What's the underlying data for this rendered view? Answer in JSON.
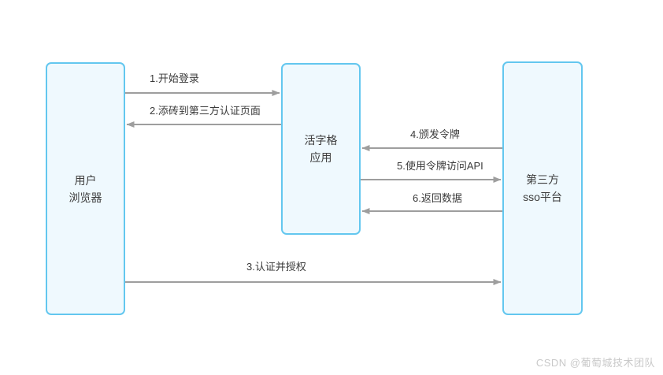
{
  "diagram": {
    "type": "sequence-flow",
    "nodes": [
      {
        "id": "user-browser",
        "label_line1": "用户",
        "label_line2": "浏览器"
      },
      {
        "id": "app",
        "label_line1": "活字格",
        "label_line2": "应用"
      },
      {
        "id": "sso",
        "label_line1": "第三方",
        "label_line2": "sso平台"
      }
    ],
    "flows": [
      {
        "step": 1,
        "label": "1.开始登录",
        "from": "user-browser",
        "to": "app"
      },
      {
        "step": 2,
        "label": "2.添砖到第三方认证页面",
        "from": "app",
        "to": "user-browser"
      },
      {
        "step": 3,
        "label": "3.认证并授权",
        "from": "user-browser",
        "to": "sso"
      },
      {
        "step": 4,
        "label": "4.颁发令牌",
        "from": "sso",
        "to": "app"
      },
      {
        "step": 5,
        "label": "5.使用令牌访问API",
        "from": "app",
        "to": "sso"
      },
      {
        "step": 6,
        "label": "6.返回数据",
        "from": "sso",
        "to": "app"
      }
    ],
    "colors": {
      "node_border": "#63c7ef",
      "node_fill": "#eff9fe",
      "arrow": "#9e9e9e",
      "text": "#3a3a3a",
      "watermark": "#c9c9c9",
      "background": "#ffffff"
    }
  },
  "watermark": {
    "text": "CSDN @葡萄城技术团队"
  }
}
